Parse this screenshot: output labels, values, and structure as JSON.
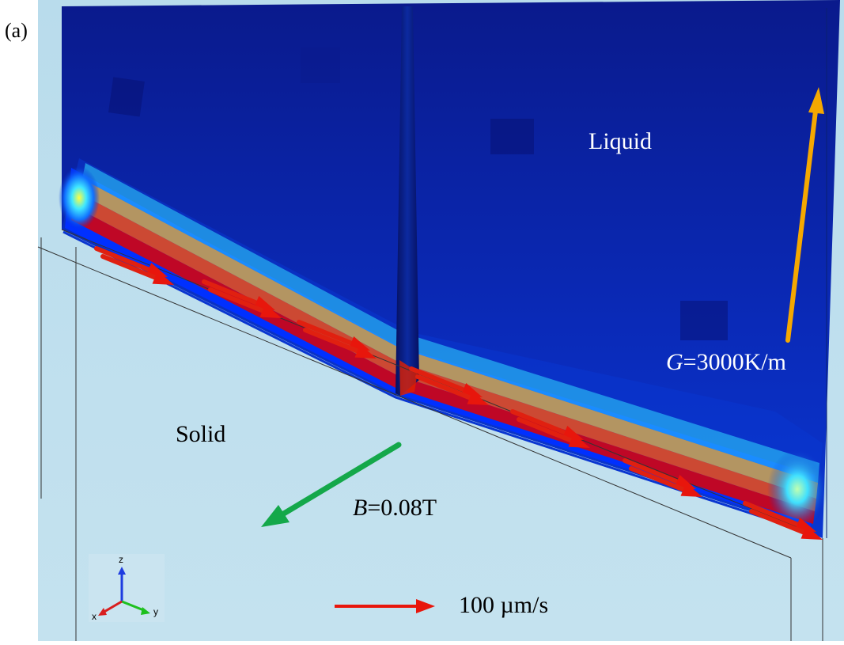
{
  "panel_label": "(a)",
  "regions": {
    "liquid_label": "Liquid",
    "solid_label": "Solid"
  },
  "gradient": {
    "symbol": "G",
    "value_text": "=3000K/m",
    "arrow_color": "#F5A800"
  },
  "magnetic_field": {
    "symbol": "B",
    "value_text": "=0.08T",
    "arrow_color": "#14A84A"
  },
  "velocity_scale": {
    "text": "100 µm/s",
    "arrow_color": "#E8160C"
  },
  "axes_triad": {
    "z": "z",
    "x": "x",
    "y": "y",
    "z_color": "#1E3CE0",
    "x_color": "#D81E1E",
    "y_color": "#1EC01E"
  },
  "colormap": [
    "#00007a",
    "#0010c8",
    "#0060ff",
    "#20d0ff",
    "#ffff40",
    "#ff8000",
    "#e00000"
  ]
}
